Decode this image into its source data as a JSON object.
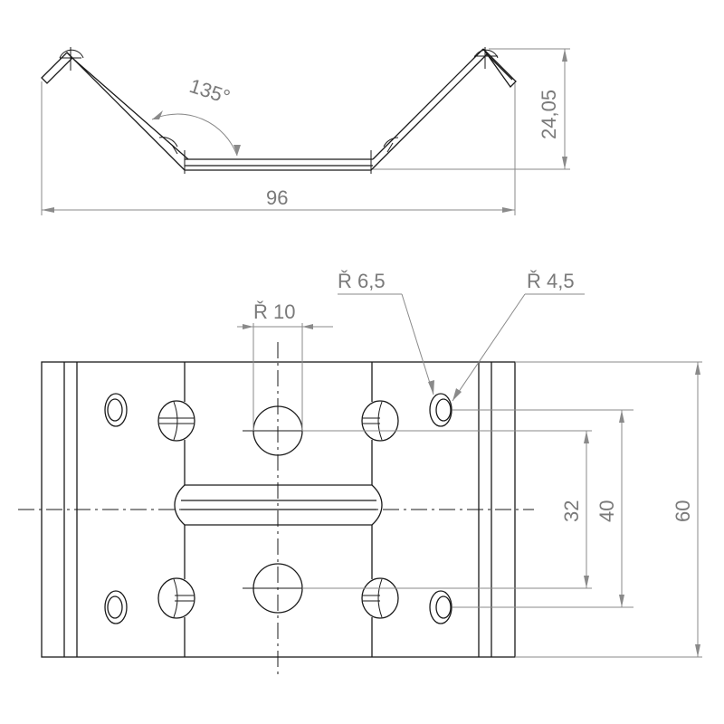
{
  "drawing": {
    "title": "Bent steel bracket plate — technical drawing",
    "line_color": "#1a1a1a",
    "dimension_color": "#8a8a8a",
    "text_color": "#7a7a7a"
  },
  "side_view": {
    "bend_angle_label": "135°",
    "overall_width_label": "96",
    "height_label": "24,05"
  },
  "top_view": {
    "large_hole_label": "Ř 10",
    "counterbore_outer_label": "Ř 6,5",
    "counterbore_inner_label": "Ř 4,5",
    "hole_spacing_inner_label": "32",
    "hole_spacing_outer_label": "40",
    "overall_height_label": "60"
  }
}
